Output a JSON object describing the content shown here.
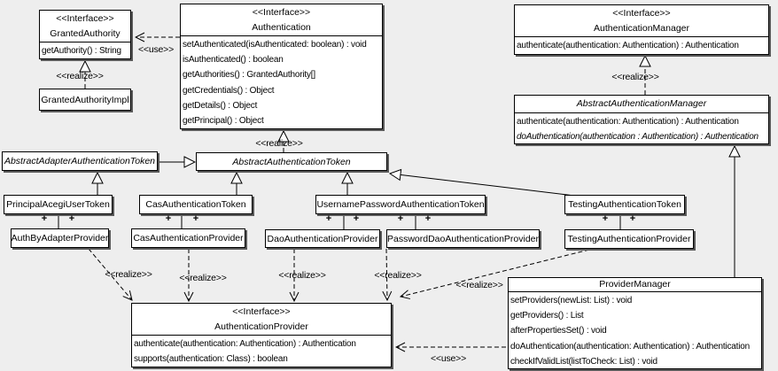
{
  "diagram": {
    "background": "#eeeeee",
    "labels": {
      "interface": "<<Interface>>",
      "realize": "<<realize>>",
      "use": "<<use>>",
      "plus": "+"
    },
    "classes": {
      "granted_authority": {
        "stereotype": "<<Interface>>",
        "name": "GrantedAuthority",
        "methods": [
          "getAuthority() : String"
        ]
      },
      "granted_authority_impl": {
        "name": "GrantedAuthorityImpl"
      },
      "authentication": {
        "stereotype": "<<Interface>>",
        "name": "Authentication",
        "methods": [
          "setAuthenticated(isAuthenticated: boolean) : void",
          "isAuthenticated() : boolean",
          "getAuthorities() : GrantedAuthority[]",
          "getCredentials() : Object",
          "getDetails() : Object",
          "getPrincipal() : Object"
        ]
      },
      "authentication_manager": {
        "stereotype": "<<Interface>>",
        "name": "AuthenticationManager",
        "methods": [
          "authenticate(authentication: Authentication) : Authentication"
        ]
      },
      "abstract_authentication_manager": {
        "name": "AbstractAuthenticationManager",
        "methods": [
          "authenticate(authentication: Authentication) : Authentication",
          "doAuthentication(authentication : Authentication) : Authentication"
        ]
      },
      "abstract_adapter_authentication_token": {
        "name": "AbstractAdapterAuthenticationToken"
      },
      "abstract_authentication_token": {
        "name": "AbstractAuthenticationToken"
      },
      "principal_acegi_user_token": {
        "name": "PrincipalAcegiUserToken"
      },
      "cas_authentication_token": {
        "name": "CasAuthenticationToken"
      },
      "username_password_authentication_token": {
        "name": "UsernamePasswordAuthenticationToken"
      },
      "testing_authentication_token": {
        "name": "TestingAuthenticationToken"
      },
      "auth_by_adapter_provider": {
        "name": "AuthByAdapterProvider"
      },
      "cas_authentication_provider": {
        "name": "CasAuthenticationProvider"
      },
      "dao_authentication_provider": {
        "name": "DaoAuthenticationProvider"
      },
      "password_dao_authentication_provider": {
        "name": "PasswordDaoAuthenticationProvider"
      },
      "testing_authentication_provider": {
        "name": "TestingAuthenticationProvider"
      },
      "authentication_provider": {
        "stereotype": "<<Interface>>",
        "name": "AuthenticationProvider",
        "methods": [
          "authenticate(authentication: Authentication) : Authentication",
          "supports(authentication: Class) : boolean"
        ]
      },
      "provider_manager": {
        "name": "ProviderManager",
        "methods": [
          "setProviders(newList: List) : void",
          "getProviders() : List",
          "afterPropertiesSet() : void",
          "doAuthentication(authentication: Authentication) : Authentication",
          "checkIfValidList(listToCheck: List) : void"
        ]
      }
    }
  }
}
